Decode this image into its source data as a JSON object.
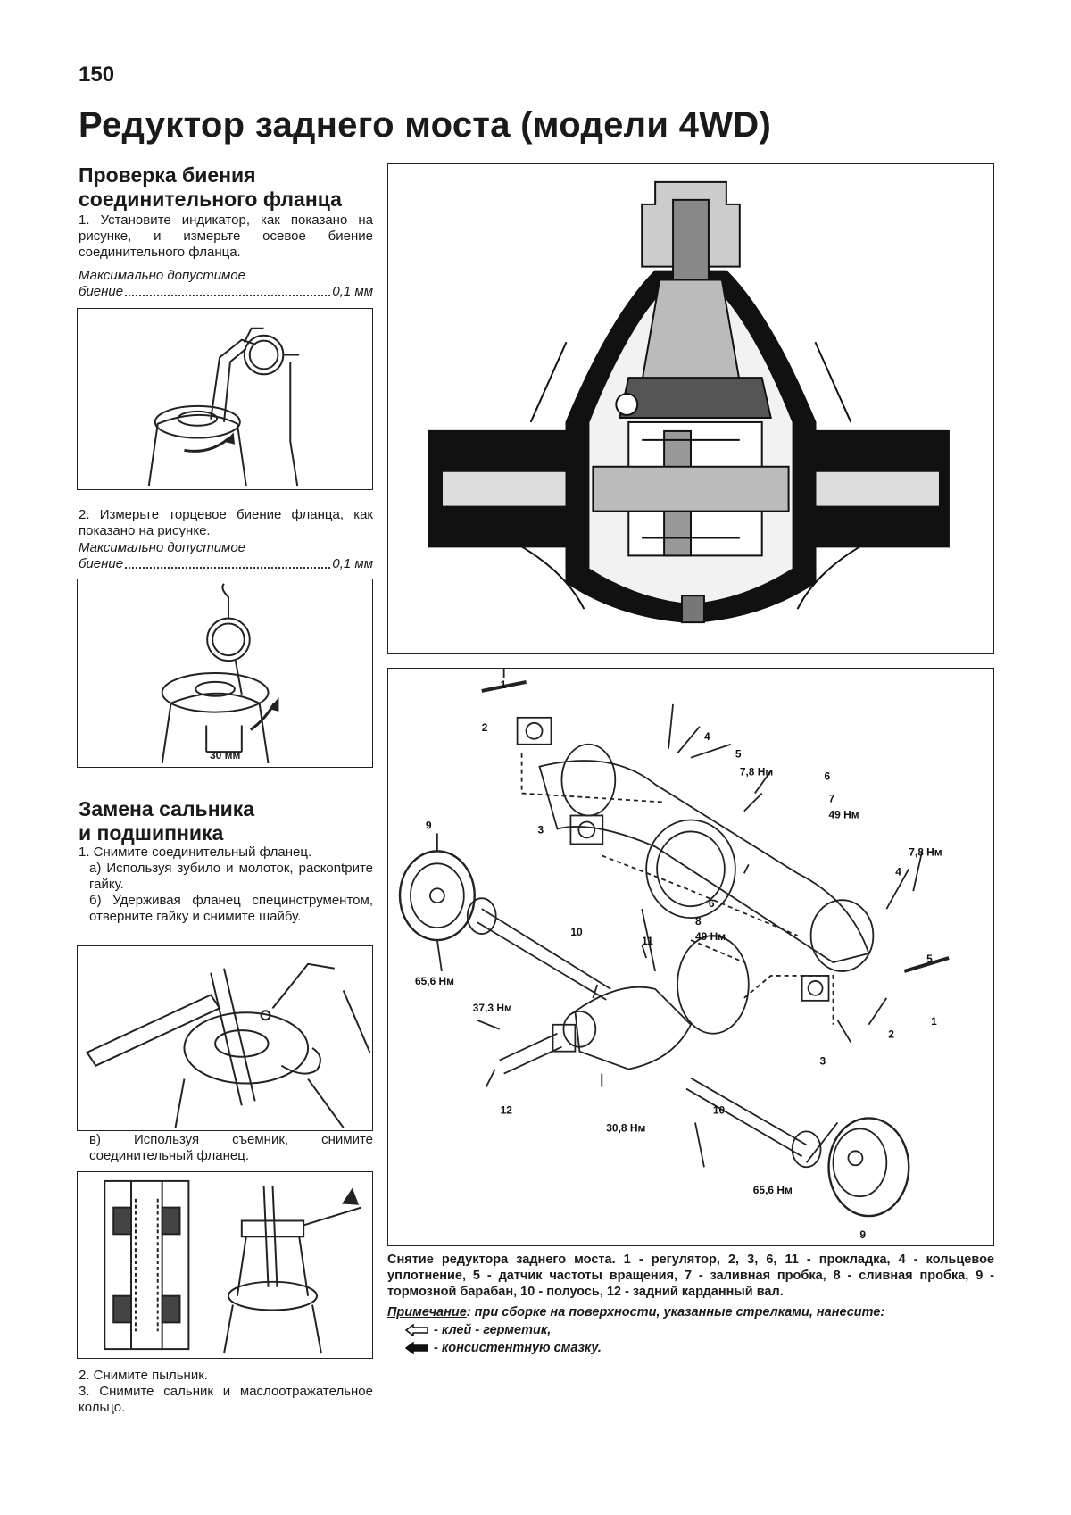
{
  "page": {
    "number": "150",
    "title": "Редуктор заднего моста (модели 4WD)"
  },
  "section1": {
    "heading_line1": "Проверка биения",
    "heading_line2": "соединительного фланца",
    "step1": "1. Установите индикатор, как показано на рисунке, и измерьте осевое биение соединительного фланца.",
    "spec1_line1": "Максимально допустимое",
    "spec1_label": "биение",
    "spec1_value": "0,1 мм",
    "step2": "2. Измерьте торцевое биение фланца, как показано на рисунке.",
    "spec2_line1": "Максимально допустимое",
    "spec2_label": "биение",
    "spec2_value": "0,1 мм",
    "fig2_label": "30 мм"
  },
  "section2": {
    "heading_line1": "Замена сальника",
    "heading_line2": "и подшипника",
    "step1": "1. Снимите соединительный фланец.",
    "step1a": "а) Используя зубило и молоток, раскontрите гайку.",
    "step1b": "б) Удерживая фланец специнструментом, отверните гайку и снимите шайбу.",
    "step1c": "в) Используя съемник, снимите соединительный фланец.",
    "step2": "2. Снимите пыльник.",
    "step3": "3. Снимите сальник и маслоотражательное кольцо."
  },
  "exploded": {
    "callouts": {
      "n1": "1",
      "n2": "2",
      "n3": "3",
      "n4": "4",
      "n5": "5",
      "n6": "6",
      "n7": "7",
      "n8": "8",
      "n9": "9",
      "n10": "10",
      "n11": "11",
      "n12": "12",
      "t78a": "7,8 Нм",
      "t49a": "49 Нм",
      "t656a": "65,6 Нм",
      "t373": "37,3 Нм",
      "t78b": "7,8 Нм",
      "t49b": "49 Нм",
      "t308": "30,8 Нм",
      "t656b": "65,6 Нм"
    },
    "caption": "Снятие редуктора заднего моста. 1 - регулятор, 2, 3, 6, 11 - прокладка, 4 - кольцевое уплотнение, 5 - датчик частоты вращения, 7 - заливная пробка, 8 - сливная пробка, 9 - тормозной барабан, 10 - полуось, 12 - задний карданный вал.",
    "note_label": "Примечание",
    "note_text": ": при сборке на поверхности, указанные стрелками, нанесите:",
    "legend_glue": "- клей - герметик,",
    "legend_grease": "- консистентную смазку."
  }
}
